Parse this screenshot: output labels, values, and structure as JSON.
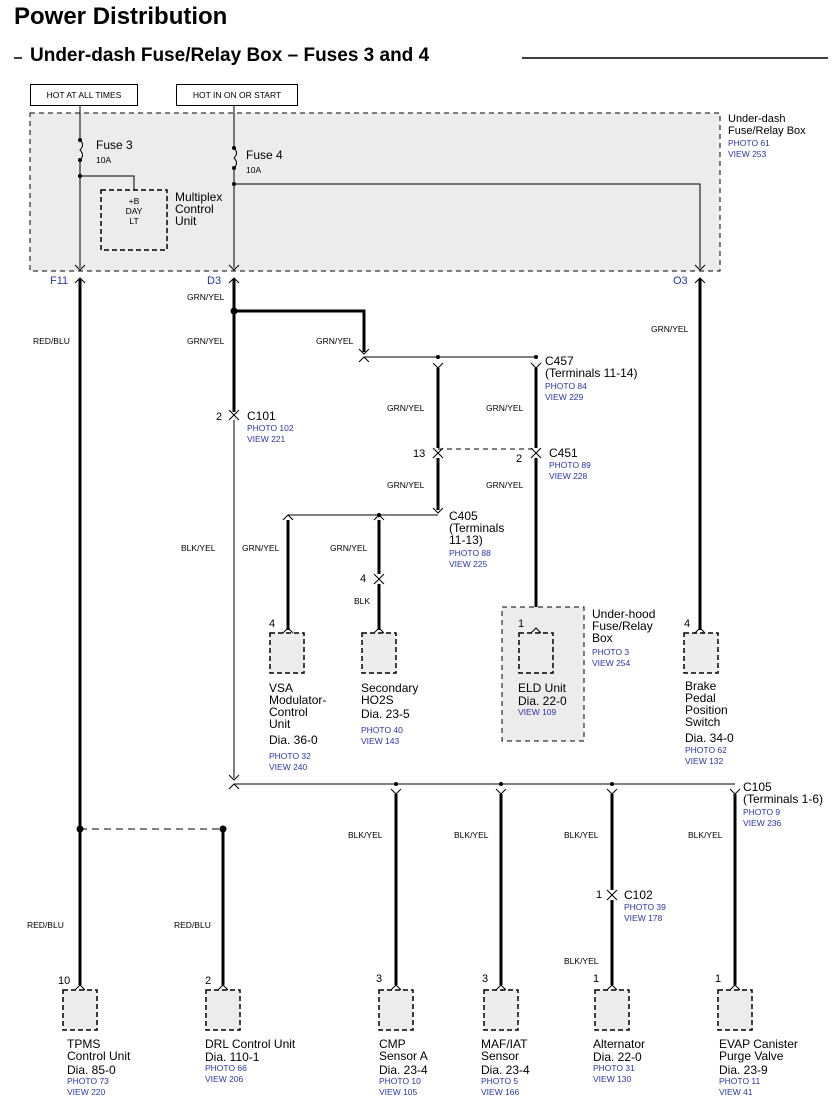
{
  "title": "Power Distribution",
  "subtitle": "Under-dash Fuse/Relay Box – Fuses 3 and 4",
  "headers": {
    "hot_always": "HOT AT ALL TIMES",
    "hot_on_start": "HOT IN ON OR START"
  },
  "fuse_box": {
    "name": "Under-dash\nFuse/Relay Box",
    "photo": "PHOTO 61",
    "view": "VIEW 253"
  },
  "fuse3": {
    "name": "Fuse 3",
    "rating": "10A"
  },
  "fuse4": {
    "name": "Fuse 4",
    "rating": "10A"
  },
  "mcu": {
    "inner": "+B\nDAY\nLT",
    "name": "Multiplex\nControl\nUnit"
  },
  "terminals": {
    "f11": "F11",
    "d3": "D3",
    "o3": "O3"
  },
  "wires": {
    "grn_yel": "GRN/YEL",
    "red_blu": "RED/BLU",
    "blk_yel": "BLK/YEL",
    "blk": "BLK"
  },
  "c101": {
    "pin": "2",
    "name": "C101",
    "photo": "PHOTO 102",
    "view": "VIEW 221"
  },
  "c457": {
    "name": "C457\n(Terminals 11-14)",
    "photo": "PHOTO 84",
    "view": "VIEW 229"
  },
  "c451": {
    "pin13": "13",
    "pin2": "2",
    "name": "C451",
    "photo": "PHOTO 89",
    "view": "VIEW 228"
  },
  "c405": {
    "name": "C405\n(Terminals\n11-13)",
    "photo": "PHOTO 88",
    "view": "VIEW 225"
  },
  "vsa": {
    "pin": "4",
    "name": "VSA\nModulator-\nControl\nUnit",
    "dia": "Dia.  36-0",
    "photo": "PHOTO 32",
    "view": "VIEW 240"
  },
  "ho2s": {
    "pin_in": "4",
    "pin": "",
    "name": "Secondary\nHO2S",
    "dia": "Dia.  23-5",
    "photo": "PHOTO 40",
    "view": "VIEW 143"
  },
  "underhood": {
    "name": "Under-hood\nFuse/Relay\nBox",
    "photo": "PHOTO 3",
    "view": "VIEW 254"
  },
  "eld": {
    "pin": "1",
    "name": "ELD Unit",
    "dia": "Dia.  22-0",
    "view": "VIEW 109"
  },
  "brake": {
    "pin": "4",
    "name": "Brake\nPedal\nPosition\nSwitch",
    "dia": "Dia.  34-0",
    "photo": "PHOTO 62",
    "view": "VIEW 132"
  },
  "c105": {
    "name": "C105\n(Terminals 1-6)",
    "photo": "PHOTO 9",
    "view": "VIEW 236"
  },
  "c102": {
    "pin": "1",
    "name": "C102",
    "photo": "PHOTO 39",
    "view": "VIEW 178"
  },
  "tpms": {
    "pin": "10",
    "name": "TPMS\nControl Unit",
    "dia": "Dia.  85-0",
    "photo": "PHOTO 73",
    "view": "VIEW 220"
  },
  "drl": {
    "pin": "2",
    "name": "DRL Control Unit",
    "dia": "Dia.  110-1",
    "photo": "PHOTO 66",
    "view": "VIEW 206"
  },
  "cmp": {
    "pin": "3",
    "name": "CMP\nSensor A",
    "dia": "Dia.  23-4",
    "photo": "PHOTO 10",
    "view": "VIEW 105"
  },
  "maf": {
    "pin": "3",
    "name": "MAF/IAT\nSensor",
    "dia": "Dia.  23-4",
    "photo": "PHOTO 5",
    "view": "VIEW 166"
  },
  "alt": {
    "pin": "1",
    "name": "Alternator",
    "dia": "Dia.  22-0",
    "photo": "PHOTO 31",
    "view": "VIEW 130"
  },
  "evap": {
    "pin": "1",
    "name": "EVAP Canister\nPurge Valve",
    "dia": "Dia.  23-9",
    "photo": "PHOTO 11",
    "view": "VIEW 41"
  },
  "colors": {
    "link": "#2b35a8",
    "box_fill": "#ececec",
    "wire": "#000000"
  }
}
